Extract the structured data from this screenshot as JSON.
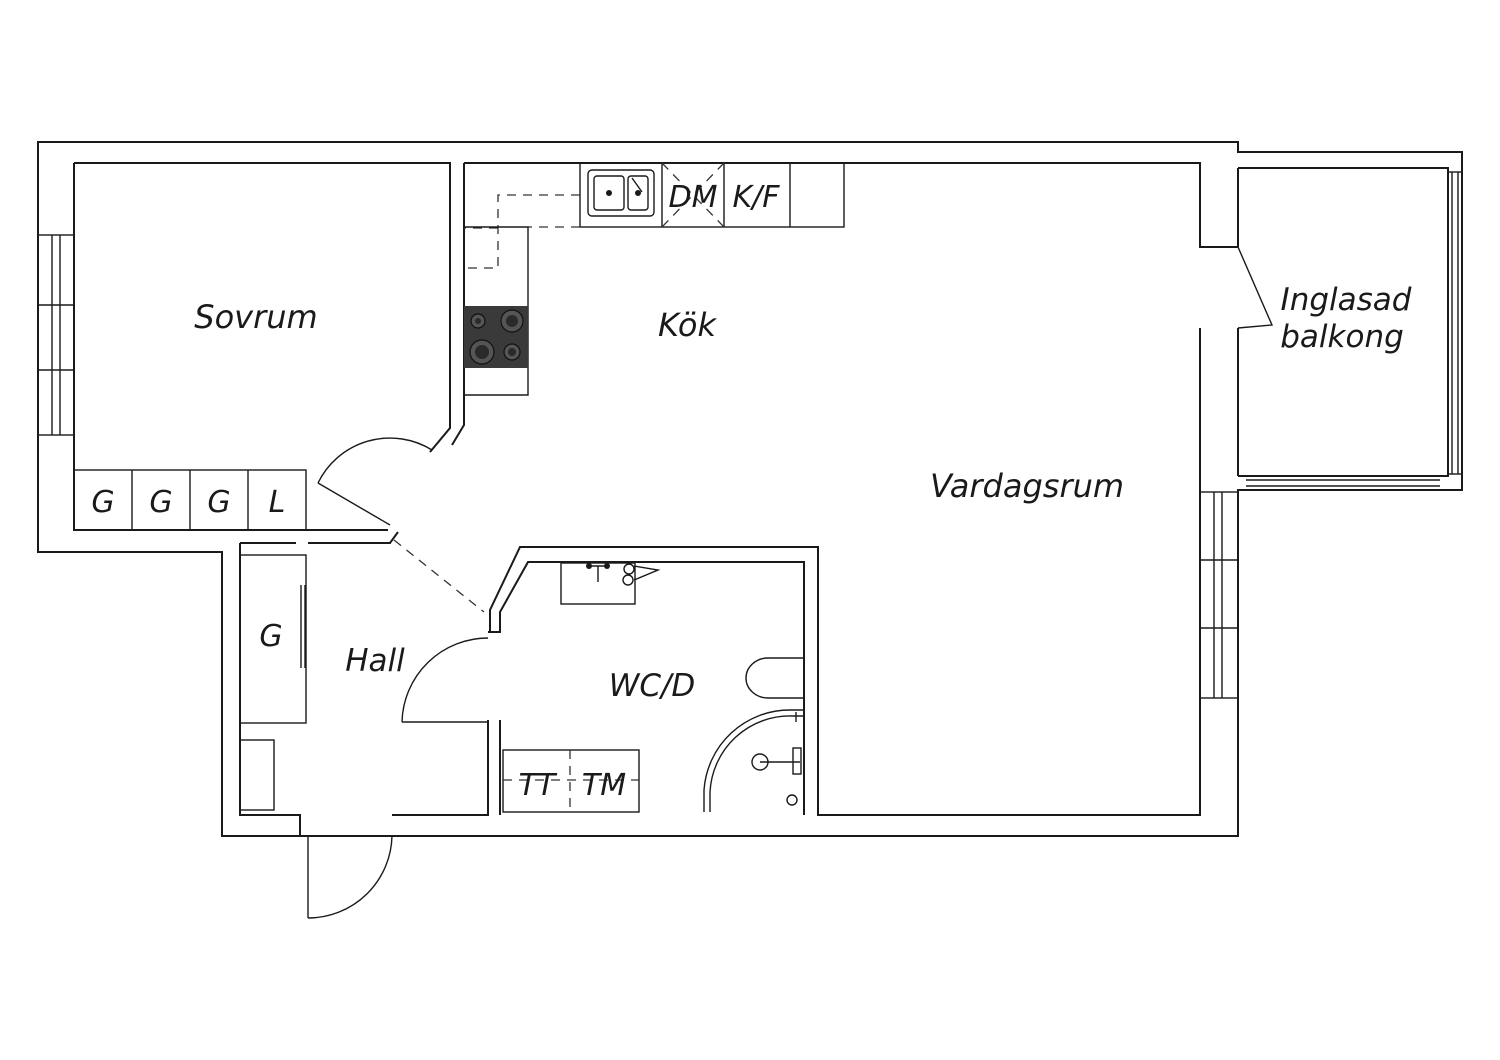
{
  "rooms": {
    "sovrum": "Sovrum",
    "kok": "Kök",
    "vardagsrum": "Vardagsrum",
    "balkong_line1": "Inglasad",
    "balkong_line2": "balkong",
    "hall": "Hall",
    "wc": "WC/D"
  },
  "fixtures": {
    "dm": "DM",
    "kf": "K/F",
    "wardrobes": [
      "G",
      "G",
      "G",
      "L"
    ],
    "hall_wardrobe": "G",
    "tt": "TT",
    "tm": "TM"
  }
}
